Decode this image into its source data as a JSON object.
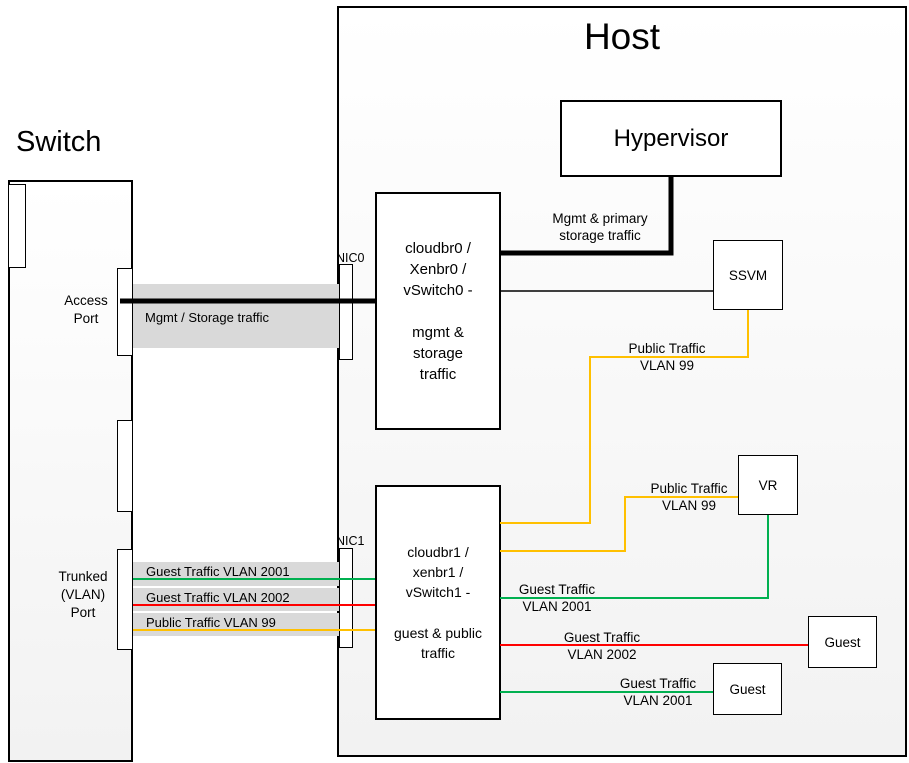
{
  "colors": {
    "black": "#000000",
    "green": "#00B050",
    "red": "#FF0000",
    "orange": "#FFC000",
    "band_gray": "#D9D9D9"
  },
  "switch": {
    "title": "Switch",
    "access_port": "Access Port",
    "trunk_port": "Trunked (VLAN) Port",
    "mgmt_band": "Mgmt / Storage traffic",
    "vlan_bands": [
      "Guest Traffic VLAN 2001",
      "Guest Traffic VLAN 2002",
      "Public Traffic VLAN 99"
    ]
  },
  "host": {
    "title": "Host",
    "hypervisor": "Hypervisor",
    "nic0": "NIC0",
    "nic1": "NIC1",
    "bridge0_line1": "cloudbr0 / Xenbr0 / vSwitch0 -",
    "bridge0_line2": "mgmt & storage traffic",
    "bridge1_line1": "cloudbr1 / xenbr1 / vSwitch1 -",
    "bridge1_line2": "guest & public traffic",
    "ssvm": "SSVM",
    "vr": "VR",
    "guest1": "Guest",
    "guest2": "Guest"
  },
  "labels": {
    "mgmt_primary": "Mgmt & primary storage traffic",
    "public_upper": "Public Traffic VLAN 99",
    "public_lower": "Public Traffic VLAN 99",
    "guest_2001_mid": "Guest Traffic VLAN 2001",
    "guest_2002": "Guest Traffic VLAN 2002",
    "guest_2001_bottom": "Guest Traffic VLAN 2001"
  }
}
